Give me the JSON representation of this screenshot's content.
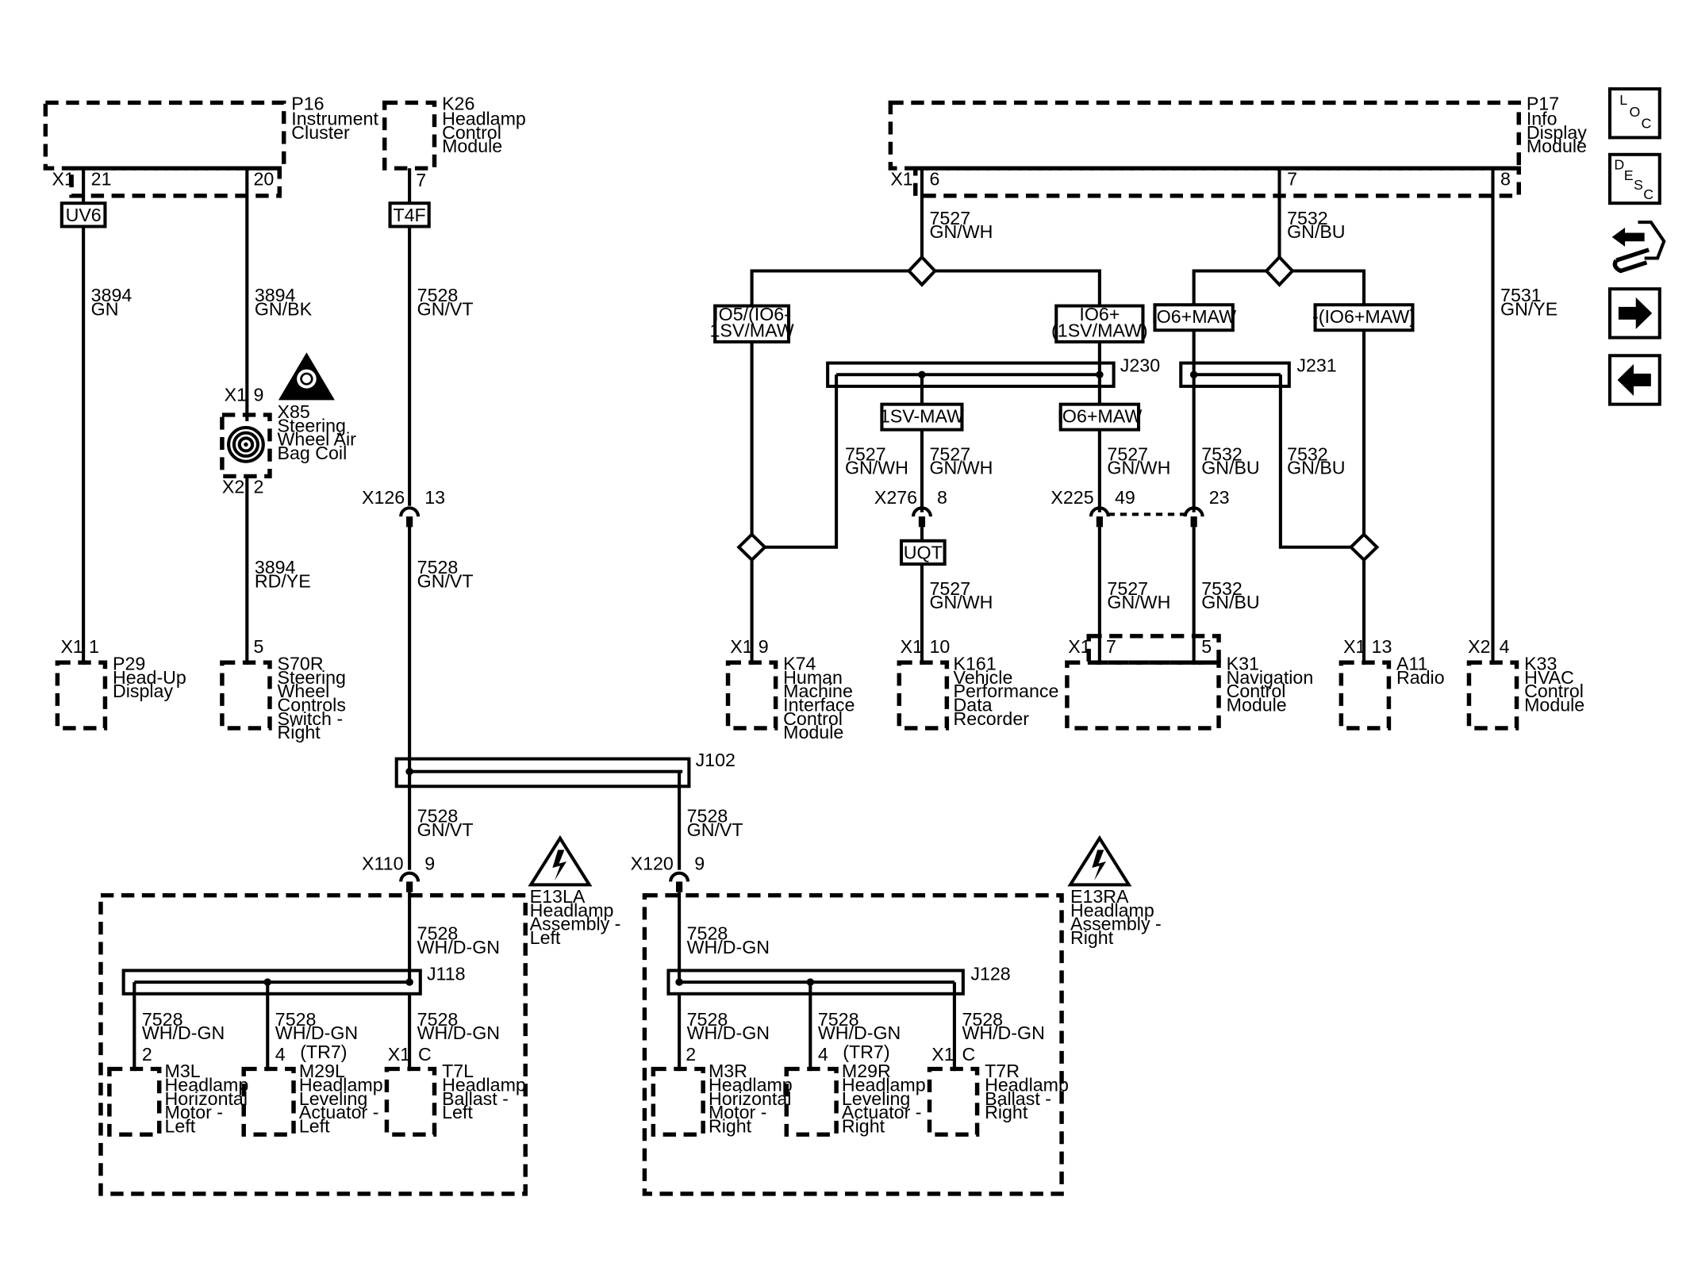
{
  "modules": {
    "p16": {
      "id": "P16",
      "name": [
        "Instrument",
        "Cluster"
      ],
      "conn": "X1",
      "pins": [
        "21",
        "20"
      ]
    },
    "k26": {
      "id": "K26",
      "name": [
        "Headlamp",
        "Control",
        "Module"
      ],
      "pin": "7"
    },
    "p17": {
      "id": "P17",
      "name": [
        "Info",
        "Display",
        "Module"
      ],
      "conn": "X1",
      "pins": [
        "6",
        "7",
        "8"
      ]
    },
    "p29": {
      "id": "P29",
      "name": [
        "Head-Up",
        "Display"
      ],
      "conn": "X1",
      "pin": "1"
    },
    "s70r": {
      "id": "S70R",
      "name": [
        "Steering",
        "Wheel",
        "Controls",
        "Switch -",
        "Right"
      ],
      "pin": "5"
    },
    "x85": {
      "id": "X85",
      "name": [
        "Steering",
        "Wheel Air",
        "Bag Coil"
      ],
      "conn_top": "X1",
      "pin_top": "9",
      "conn_bot": "X2",
      "pin_bot": "2"
    },
    "k74": {
      "id": "K74",
      "name": [
        "Human",
        "Machine",
        "Interface",
        "Control",
        "Module"
      ],
      "conn": "X1",
      "pin": "9"
    },
    "k161": {
      "id": "K161",
      "name": [
        "Vehicle",
        "Performance",
        "Data",
        "Recorder"
      ],
      "conn": "X1",
      "pin": "10"
    },
    "k31": {
      "id": "K31",
      "name": [
        "Navigation",
        "Control",
        "Module"
      ],
      "conn": "X1",
      "pins": [
        "7",
        "5"
      ]
    },
    "a11": {
      "id": "A11",
      "name": [
        "Radio"
      ],
      "conn": "X1",
      "pin": "13"
    },
    "k33": {
      "id": "K33",
      "name": [
        "HVAC",
        "Control",
        "Module"
      ],
      "conn": "X2",
      "pin": "4"
    },
    "e13la": {
      "id": "E13LA",
      "name": [
        "Headlamp",
        "Assembly -",
        "Left"
      ]
    },
    "e13ra": {
      "id": "E13RA",
      "name": [
        "Headlamp",
        "Assembly -",
        "Right"
      ]
    },
    "m3l": {
      "id": "M3L",
      "name": [
        "Headlamp",
        "Horizontal",
        "Motor -",
        "Left"
      ],
      "pin": "2"
    },
    "m29l": {
      "id": "M29L",
      "name": [
        "Headlamp",
        "Leveling",
        "Actuator -",
        "Left"
      ],
      "pin": "4",
      "note": "(TR7)"
    },
    "t7l": {
      "id": "T7L",
      "name": [
        "Headlamp",
        "Ballast -",
        "Left"
      ],
      "conn": "X1",
      "pin": "C"
    },
    "m3r": {
      "id": "M3R",
      "name": [
        "Headlamp",
        "Horizontal",
        "Motor -",
        "Right"
      ],
      "pin": "2"
    },
    "m29r": {
      "id": "M29R",
      "name": [
        "Headlamp",
        "Leveling",
        "Actuator -",
        "Right"
      ],
      "pin": "4",
      "note": "(TR7)"
    },
    "t7r": {
      "id": "T7R",
      "name": [
        "Headlamp",
        "Ballast -",
        "Right"
      ],
      "conn": "X1",
      "pin": "C"
    }
  },
  "tags": {
    "uv6": "UV6",
    "t4f": "T4F",
    "uqt": "UQT",
    "io5": [
      "IO5/(IO6-",
      "1SV/MAW"
    ],
    "io6p": [
      "IO6+",
      "(1SV/MAW)"
    ],
    "io6maw_a": "IO6+MAW",
    "io6maw_neg": "-(IO6+MAW)",
    "sv_maw": "1SV-MAW",
    "io6maw_b": "IO6+MAW"
  },
  "wires": {
    "w3894gn": [
      "3894",
      "GN"
    ],
    "w3894gnbk": [
      "3894",
      "GN/BK"
    ],
    "w3894rdye": [
      "3894",
      "RD/YE"
    ],
    "w7528gnvt": [
      "7528",
      "GN/VT"
    ],
    "w7527gnwh": [
      "7527",
      "GN/WH"
    ],
    "w7532gnbu": [
      "7532",
      "GN/BU"
    ],
    "w7531gnye": [
      "7531",
      "GN/YE"
    ],
    "w7528whdgn": [
      "7528",
      "WH/D-GN"
    ]
  },
  "connectors": {
    "x126": {
      "id": "X126",
      "pin": "13"
    },
    "x276": {
      "id": "X276",
      "pin": "8"
    },
    "x225": {
      "id": "X225",
      "pin": "49"
    },
    "x225b": {
      "pin": "23"
    },
    "x110": {
      "id": "X110",
      "pin": "9"
    },
    "x120": {
      "id": "X120",
      "pin": "9"
    }
  },
  "splices": {
    "j230": "J230",
    "j231": "J231",
    "j102": "J102",
    "j118": "J118",
    "j128": "J128"
  },
  "nav_buttons": {
    "loc": {
      "l1": "L",
      "l2": "O",
      "l3": "C"
    },
    "desc": {
      "l1": "D",
      "l2": "E",
      "l3": "S",
      "l4": "C"
    },
    "icons": [
      "connector-tool-icon",
      "arrow-right-icon",
      "arrow-left-icon"
    ]
  }
}
